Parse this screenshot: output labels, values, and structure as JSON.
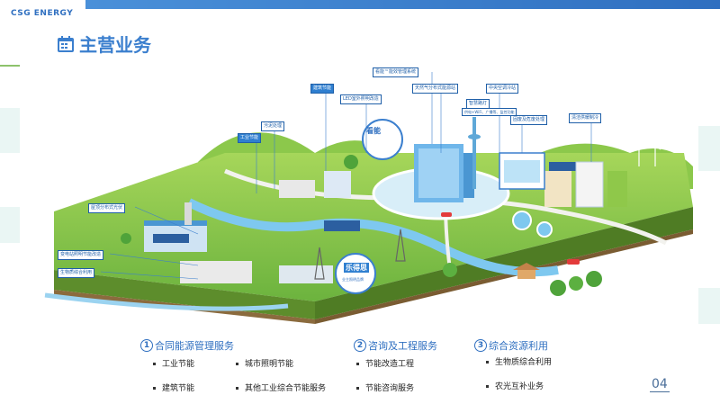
{
  "brand": {
    "logo_text": "CSG ENERGY"
  },
  "page": {
    "title": "主营业务",
    "page_number": "04"
  },
  "illustration": {
    "callouts": {
      "smart_monitor": "看能™能效管理系统",
      "building": "建筑节能",
      "led": "LED室外照明改造",
      "gas": "天然气分布式能源站",
      "central_ac": "中央空调冷站",
      "smart_street": "智慧路灯",
      "smart_street_sub": "供电+WiFi、广播等、监控功能",
      "waste_heat": "固废及危废处理",
      "clean_heating": "清洁供暖制冷",
      "sludge": "污泥处理",
      "industrial": "工业节能",
      "rooftop_pv": "屋顶分布式光伏",
      "substation": "变电站照明节能改造",
      "biomass": "生物质综合利用",
      "badge_brand": "乐得思",
      "badge_sub": "业主照明品牌",
      "monitor_badge": "看能"
    }
  },
  "services": [
    {
      "num": "1",
      "title": "合同能源管理服务",
      "items": [
        "工业节能",
        "城市照明节能",
        "建筑节能",
        "其他工业综合节能服务"
      ]
    },
    {
      "num": "2",
      "title": "咨询及工程服务",
      "items": [
        "节能改造工程",
        "节能咨询服务"
      ]
    },
    {
      "num": "3",
      "title": "综合资源利用",
      "items": [
        "生物质综合利用",
        "农光互补业务"
      ]
    }
  ]
}
